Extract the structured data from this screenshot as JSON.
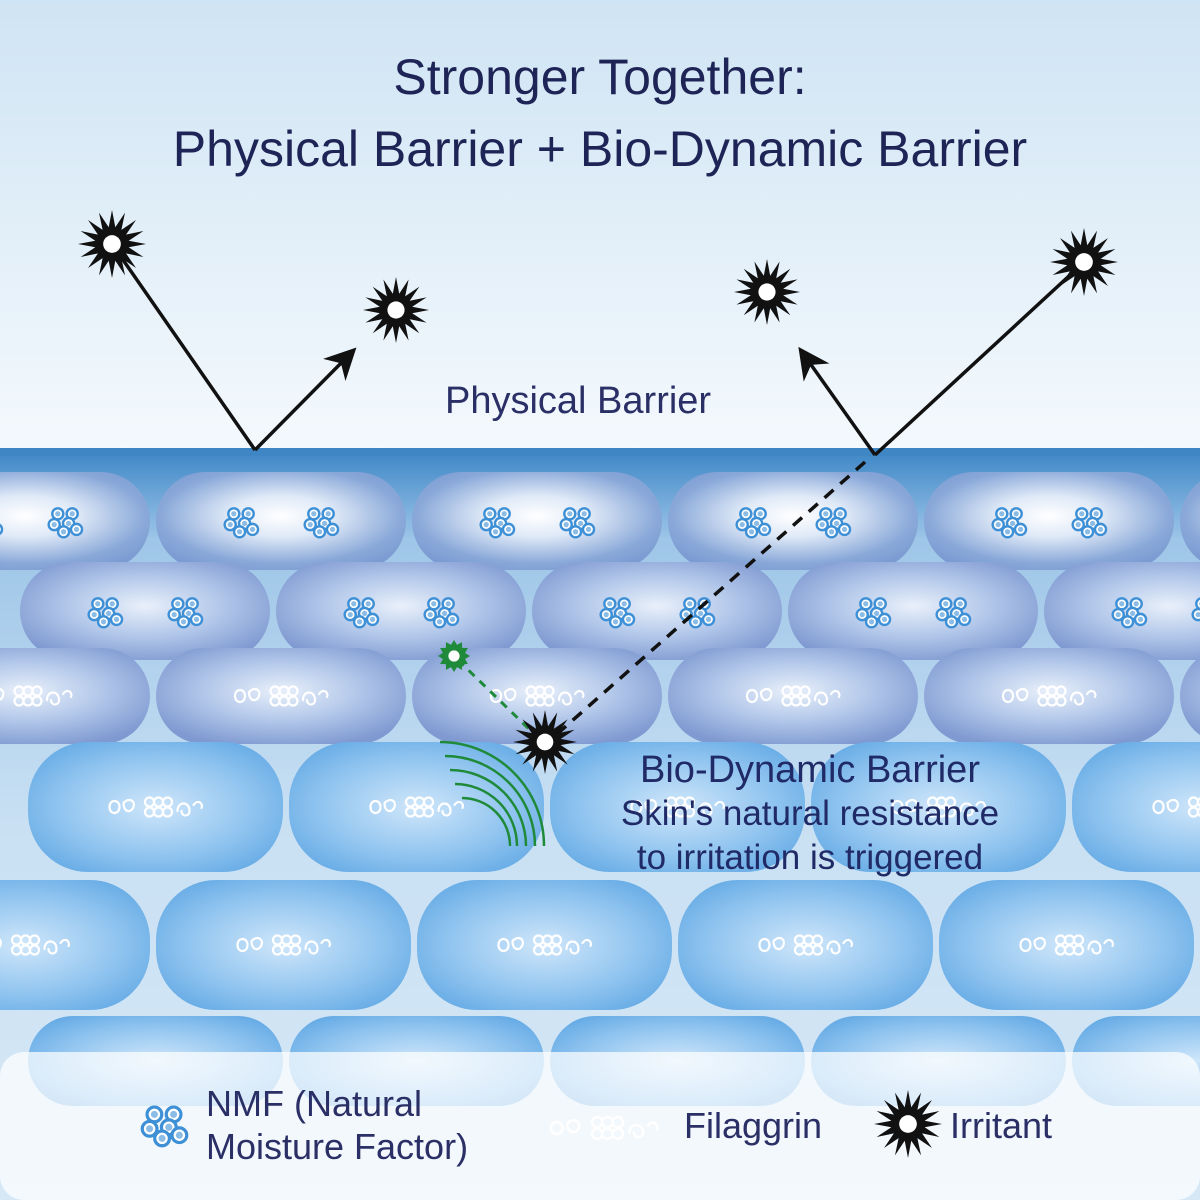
{
  "title": {
    "line1": "Stronger Together:",
    "line2": "Physical Barrier + Bio-Dynamic Barrier"
  },
  "labels": {
    "physical_barrier": "Physical Barrier",
    "bio_dynamic_title": "Bio-Dynamic Barrier",
    "bio_dynamic_line1": "Skin's natural resistance",
    "bio_dynamic_line2": "to irritation is triggered"
  },
  "legend": {
    "nmf_line1": "NMF (Natural",
    "nmf_line2": "Moisture Factor)",
    "filaggrin": "Filaggrin",
    "irritant": "Irritant"
  },
  "icons": {
    "nmf": "nmf-cluster-icon",
    "filaggrin": "filaggrin-chain-icon",
    "irritant": "irritant-star-icon",
    "response": "green-gear-icon"
  },
  "colors": {
    "title_text": "#1f2457",
    "barrier_line": "#3f86c4",
    "irritant": "#111111",
    "response_green": "#1f8a3a",
    "nmf_blue": "#3d8fd6"
  }
}
